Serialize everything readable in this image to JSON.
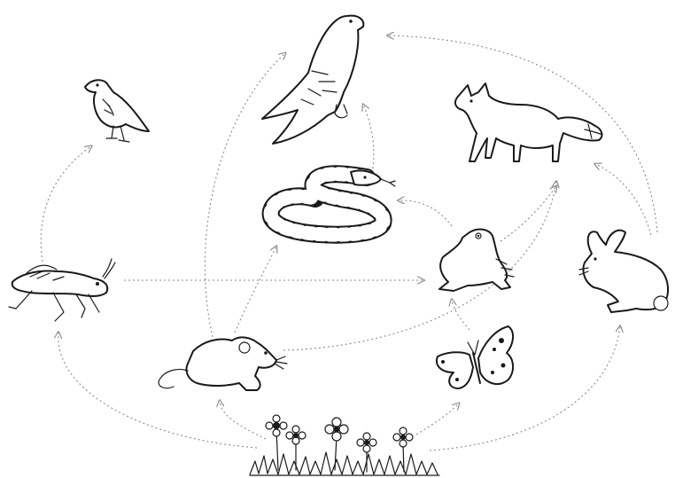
{
  "diagram": {
    "organisms": [
      {
        "id": "grass",
        "icon": "grass-flowers-icon"
      },
      {
        "id": "grasshopper",
        "icon": "grasshopper-icon"
      },
      {
        "id": "mouse",
        "icon": "mouse-icon"
      },
      {
        "id": "butterfly",
        "icon": "butterfly-icon"
      },
      {
        "id": "rabbit",
        "icon": "rabbit-icon"
      },
      {
        "id": "bird",
        "icon": "bird-icon"
      },
      {
        "id": "frog",
        "icon": "frog-icon"
      },
      {
        "id": "snake",
        "icon": "snake-icon"
      },
      {
        "id": "fox",
        "icon": "fox-icon"
      },
      {
        "id": "hawk",
        "icon": "hawk-icon"
      }
    ],
    "links": [
      {
        "from": "grass",
        "to": "mouse"
      },
      {
        "from": "grass",
        "to": "grasshopper"
      },
      {
        "from": "grass",
        "to": "butterfly"
      },
      {
        "from": "grass",
        "to": "rabbit"
      },
      {
        "from": "grasshopper",
        "to": "bird"
      },
      {
        "from": "grasshopper",
        "to": "frog"
      },
      {
        "from": "mouse",
        "to": "snake"
      },
      {
        "from": "mouse",
        "to": "hawk"
      },
      {
        "from": "mouse",
        "to": "fox"
      },
      {
        "from": "butterfly",
        "to": "frog"
      },
      {
        "from": "frog",
        "to": "snake"
      },
      {
        "from": "frog",
        "to": "fox"
      },
      {
        "from": "snake",
        "to": "hawk"
      },
      {
        "from": "rabbit",
        "to": "fox"
      },
      {
        "from": "rabbit",
        "to": "hawk"
      }
    ],
    "colors": {
      "ink": "#1a1a1a",
      "arrow": "#8a8a8a",
      "background": "#ffffff"
    }
  }
}
